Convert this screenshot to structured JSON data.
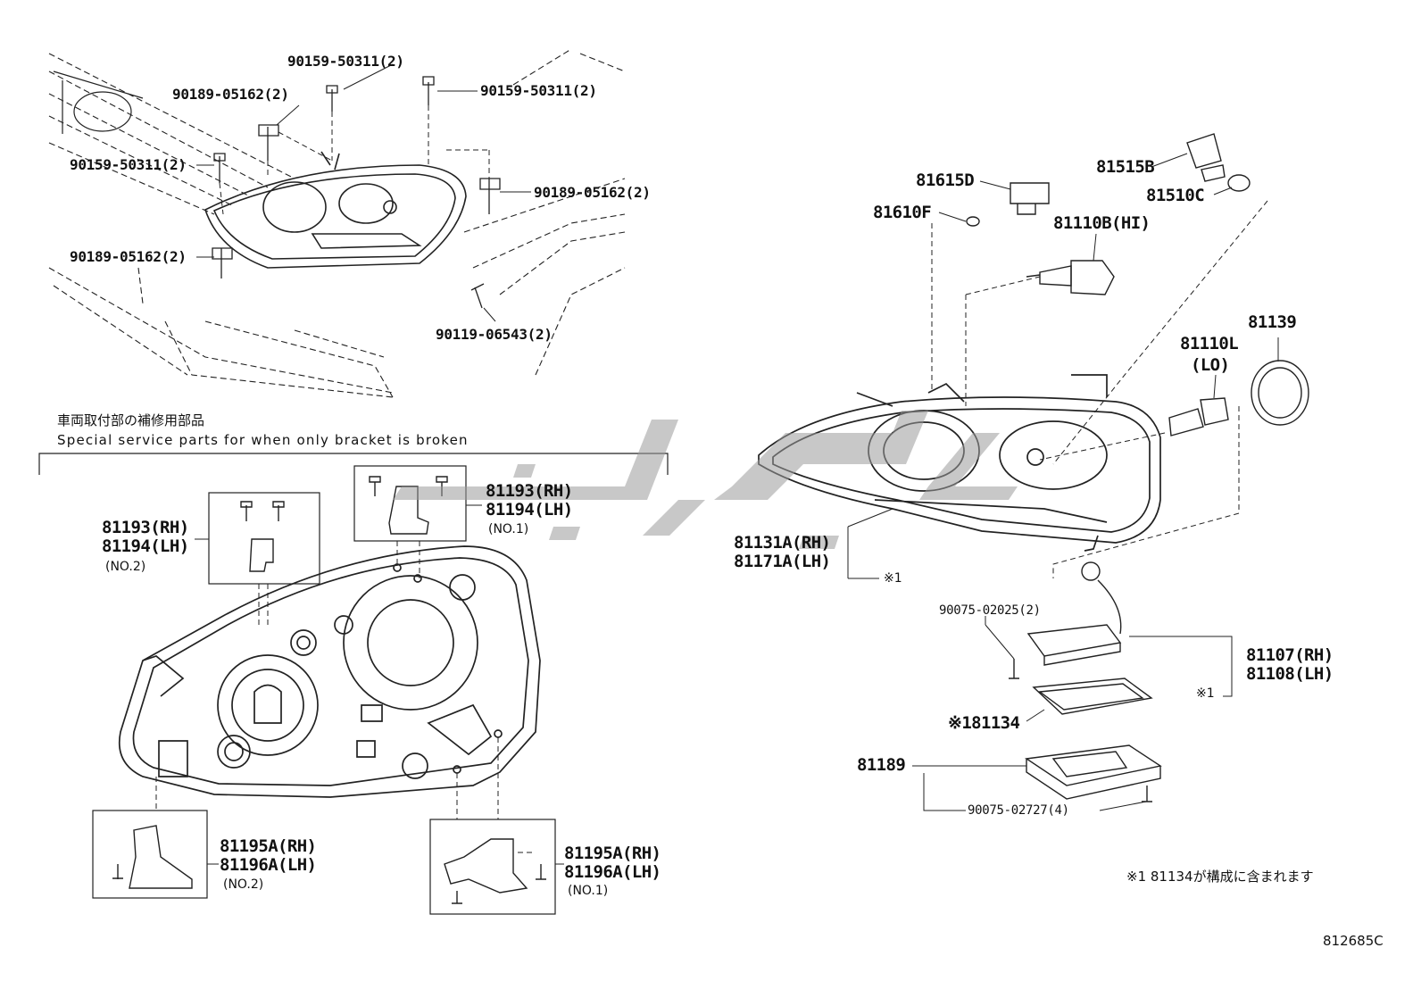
{
  "callouts": {
    "c1": "90159-50311(2)",
    "c2": "90159-50311(2)",
    "c3": "90189-05162(2)",
    "c4": "90159-50311(2)",
    "c5": "90189-05162(2)",
    "c6": "90189-05162(2)",
    "c7": "90119-06543(2)",
    "c8_a": "81193(RH)",
    "c8_b": "81194(LH)",
    "c8_c": "(NO.2)",
    "c9_a": "81193(RH)",
    "c9_b": "81194(LH)",
    "c9_c": "(NO.1)",
    "c10_a": "81195A(RH)",
    "c10_b": "81196A(LH)",
    "c10_c": "(NO.2)",
    "c11_a": "81195A(RH)",
    "c11_b": "81196A(LH)",
    "c11_c": "(NO.1)",
    "r1": "81515B",
    "r2": "81510C",
    "r3": "81615D",
    "r4": "81610F",
    "r5": "81110B(HI)",
    "r6": "81139",
    "r7": "81110L",
    "r7b": "(LO)",
    "r8_a": "81131A(RH)",
    "r8_b": "81171A(LH)",
    "r8_c": "※1",
    "r9": "90075-02025(2)",
    "r10_a": "81107(RH)",
    "r10_b": "81108(LH)",
    "r10_c": "※1",
    "r11": "※181134",
    "r12": "81189",
    "r13": "90075-02727(4)"
  },
  "notes": {
    "jp_heading": "車両取付部の補修用部品",
    "en_heading": "Special service parts for when only bracket is broken",
    "footnote": "※1 81134が構成に含まれます",
    "drawing_code": "812685C"
  }
}
